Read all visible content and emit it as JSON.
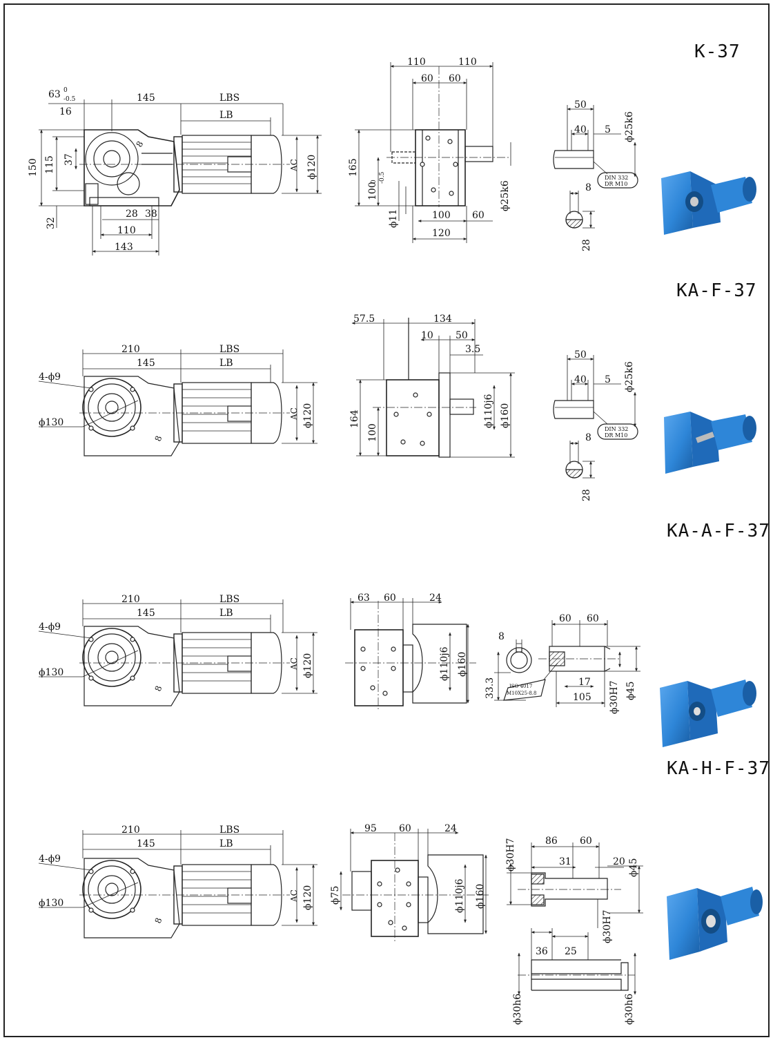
{
  "titles": [
    "K-37",
    "KA-F-37",
    "KA-A-F-37",
    "KA-H-F-37"
  ],
  "colors": {
    "line": "#222222",
    "product_blue": "#2e86d8",
    "product_dark": "#1a5fa6"
  },
  "sec1": {
    "front": {
      "d63": "63",
      "d63_sup": "0",
      "d63_sub": "-0.5",
      "d145": "145",
      "d_lbs": "LBS",
      "d16": "16",
      "d_lb": "LB",
      "d150": "150",
      "d115": "115",
      "d37": "37",
      "d8": "8",
      "d_ac": "AC",
      "d120": "ϕ120",
      "d32": "32",
      "d28": "28",
      "d38": "38",
      "d110": "110",
      "d143": "143"
    },
    "side": {
      "d110a": "110",
      "d110b": "110",
      "d60a": "60",
      "d60b": "60",
      "d165": "165",
      "d100": "100",
      "d100_sup": "0",
      "d100_sub": "-0.5",
      "d_phi11": "ϕ11",
      "d_phi25k6": "ϕ25k6",
      "d100b": "100",
      "d60c": "60",
      "d120": "120"
    },
    "shaft": {
      "d50": "50",
      "d40": "40",
      "d5": "5",
      "d_phi25k6": "ϕ25k6",
      "din1": "DIN 332",
      "din2": "DR M10",
      "d8": "8",
      "d28": "28"
    }
  },
  "sec2": {
    "front": {
      "d210": "210",
      "d_lbs": "LBS",
      "d145": "145",
      "d_lb": "LB",
      "d4phi9": "4-ϕ9",
      "d130": "ϕ130",
      "d_ac": "AC",
      "d120": "ϕ120",
      "d8": "8"
    },
    "side": {
      "d57": "57.5",
      "d134": "134",
      "d10": "10",
      "d50": "50",
      "d3": "3.5",
      "d164": "164",
      "d100": "100",
      "d110j6": "ϕ110j6",
      "d160": "ϕ160"
    },
    "shaft": {
      "d50": "50",
      "d40": "40",
      "d5": "5",
      "d_phi25k6": "ϕ25k6",
      "din1": "DIN 332",
      "din2": "DR M10",
      "d8": "8",
      "d28": "28"
    }
  },
  "sec3": {
    "front": {
      "d210": "210",
      "d_lbs": "LBS",
      "d145": "145",
      "d_lb": "LB",
      "d4phi9": "4-ϕ9",
      "d130": "ϕ130",
      "d_ac": "AC",
      "d120": "ϕ120",
      "d8": "8"
    },
    "side": {
      "d63": "63",
      "d60": "60",
      "d24": "24",
      "d110j6": "ϕ110j6",
      "d160": "ϕ160"
    },
    "shaft": {
      "d8": "8",
      "d33": "33.3",
      "iso1": "ISO 4017",
      "iso2": "M10X25-8.8",
      "d60a": "60",
      "d60b": "60",
      "d17": "17",
      "d105": "105",
      "d30h7": "ϕ30H7",
      "d45": "ϕ45"
    }
  },
  "sec4": {
    "front": {
      "d210": "210",
      "d_lbs": "LBS",
      "d145": "145",
      "d_lb": "LB",
      "d4phi9": "4-ϕ9",
      "d130": "ϕ130",
      "d_ac": "AC",
      "d120": "ϕ120",
      "d8": "8"
    },
    "side": {
      "d95": "95",
      "d60": "60",
      "d24": "24",
      "d75": "ϕ75",
      "d110j6": "ϕ110j6",
      "d160": "ϕ160"
    },
    "shaft": {
      "d30h7a": "ϕ30H7",
      "d86": "86",
      "d60": "60",
      "d31": "31",
      "d20": "20",
      "d45": "ϕ45",
      "d30h7b": "ϕ30H7",
      "d36": "36",
      "d25": "25",
      "d30h6a": "ϕ30h6",
      "d30h6b": "ϕ30h6"
    }
  }
}
